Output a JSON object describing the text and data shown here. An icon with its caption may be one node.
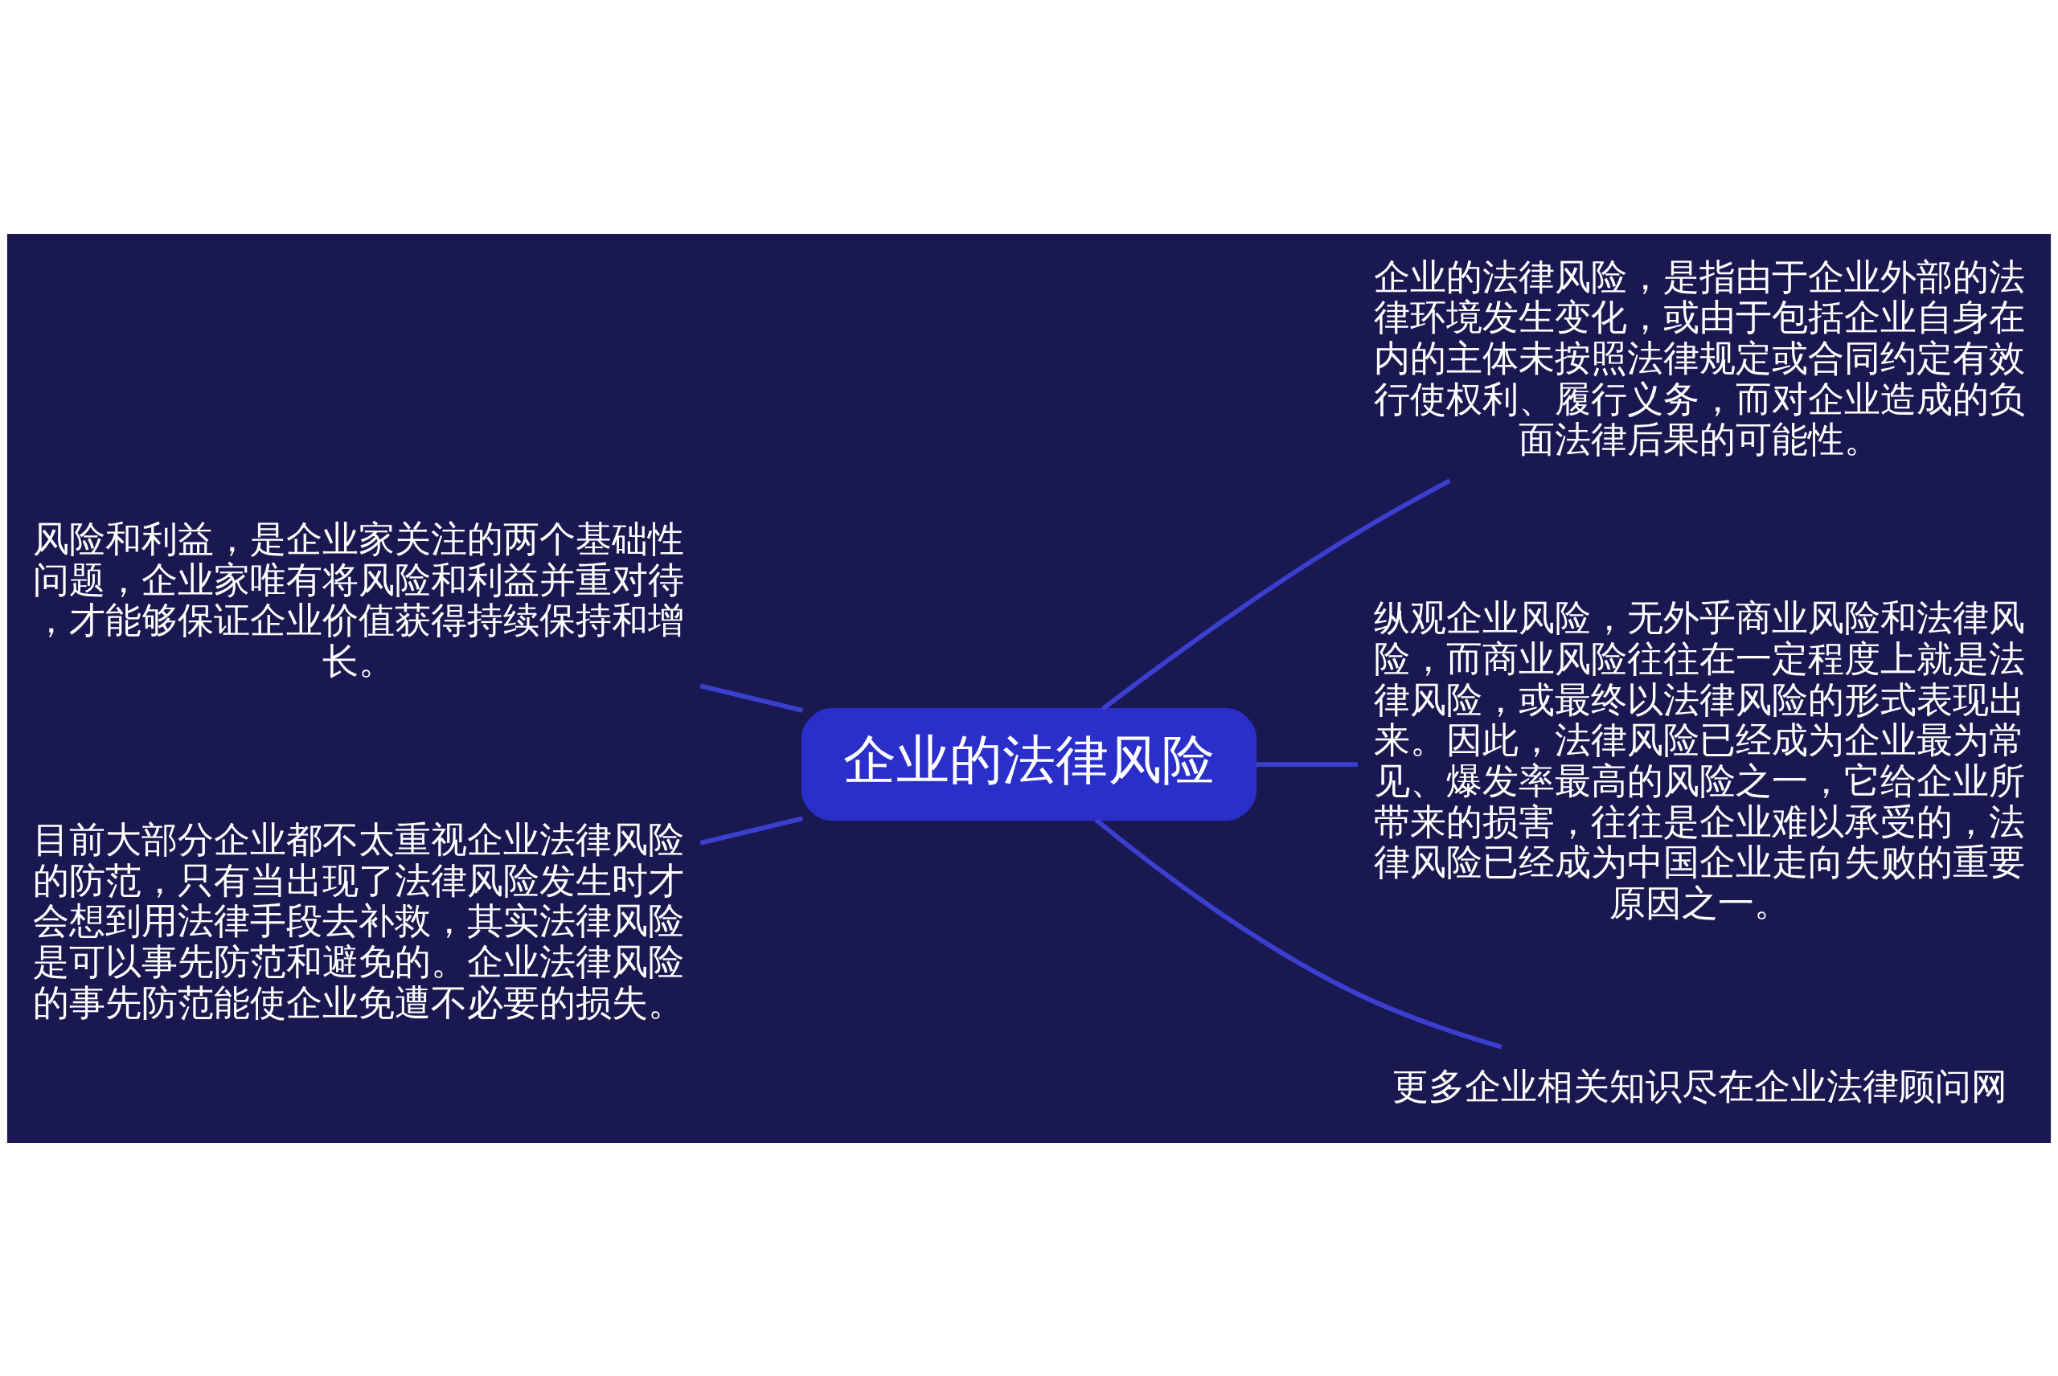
{
  "diagram": {
    "nodes": [
      {
        "text": [
          "企业的法律风险"
        ]
      },
      {
        "text": [
          "风险和利益，是企业家关注的两个基础性问题，企业家唯有将风险和利益并重对待，才能够保证企业价值获得持续保持和增长。"
        ]
      },
      {
        "text": [
          "目前大部分企业都不太重视企业法律风险的防范，只有当出现了法律风险发生时才会想到用法律手段去补救，其实法律风险是可以事先防范和避免的。企业法律风险的事先防范能使企业免遭不必要的损失。"
        ]
      },
      {
        "text": [
          "企业的法律风险，是指由于企业外部的法律环境发生变化，或由于包括企业自身在内的主体未按照法律规定或合同约定有效行使权利、履行义务，而对企业造成的负面法律后果的可能性。"
        ]
      },
      {
        "text": [
          "纵观企业风险，无外乎商业风险和法律风险，而商业风险往往在一定程度上就是法律风险，或最终以法律风险的形式表现出来。因此，法律风险已经成为企业最为常见、爆发率最高的风险之一，它给企业所带来的损害，往往是企业难以承受的，法律风险已经成为中国企业走向失败的重要原因之一。"
        ]
      },
      {
        "text": [
          "更多企业相关知识尽在企业法律顾问网"
        ]
      }
    ],
    "edges": [
      {
        "from": 1,
        "to": 0,
        "arrow": "none"
      },
      {
        "from": 2,
        "to": 0,
        "arrow": "none"
      },
      {
        "from": 0,
        "to": 3,
        "arrow": "none"
      },
      {
        "from": 0,
        "to": 4,
        "arrow": "none"
      },
      {
        "from": 0,
        "to": 5,
        "arrow": "none"
      }
    ]
  }
}
